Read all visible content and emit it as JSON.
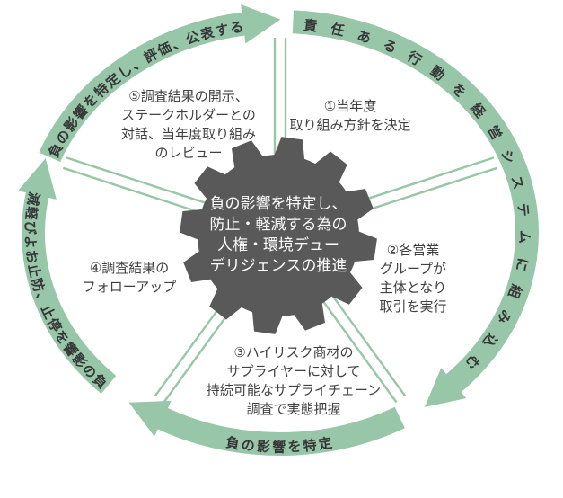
{
  "diagram": {
    "center_label": {
      "lines": [
        "負の影響を特定し、",
        "防止・軽減する為の",
        "人権・環境デュー",
        "デリジェンスの推進"
      ]
    },
    "steps": [
      {
        "name": "step-1",
        "lines": [
          "①当年度",
          "取り組み方針を決定"
        ]
      },
      {
        "name": "step-2",
        "lines": [
          "②各営業",
          "グループが",
          "主体となり",
          "取引を実行"
        ]
      },
      {
        "name": "step-3",
        "lines": [
          "③ハイリスク商材の",
          "サプライヤーに対して",
          "持続可能なサプライチェーン",
          "調査で実態把握"
        ]
      },
      {
        "name": "step-4",
        "lines": [
          "④調査結果の",
          "フォローアップ"
        ]
      },
      {
        "name": "step-5",
        "lines": [
          "⑤調査結果の開示、",
          "ステークホルダーとの",
          "対話、当年度取り組み",
          "のレビュー"
        ]
      }
    ],
    "arcs": [
      {
        "name": "arc-right",
        "label": "責任ある行動を経営システムに組み込む",
        "a1": 3,
        "a2": 136,
        "orient": "outward",
        "reversed": false,
        "letter_spacing": 15
      },
      {
        "name": "arc-bottom",
        "label": "負の影響を特定",
        "a1": 151,
        "a2": 209,
        "orient": "inward",
        "reversed": false,
        "letter_spacing": 2.5
      },
      {
        "name": "arc-left",
        "label": "負の影響を停止、防止および軽減",
        "a1": 224,
        "a2": 281,
        "orient": "inward",
        "reversed": true,
        "letter_spacing": 1.5
      },
      {
        "name": "arc-top-left",
        "label": "負の影響を特定し、評価、公表する",
        "a1": 291,
        "a2": 352,
        "orient": "outward",
        "reversed": false,
        "letter_spacing": 1.5
      }
    ],
    "spoke_angles": [
      0,
      72,
      144,
      216,
      288
    ],
    "colors": {
      "green": "#98c6a8",
      "gear": "#595959",
      "step_text": "#404040",
      "arc_text": "#363636",
      "center_text": "#ffffff"
    }
  }
}
